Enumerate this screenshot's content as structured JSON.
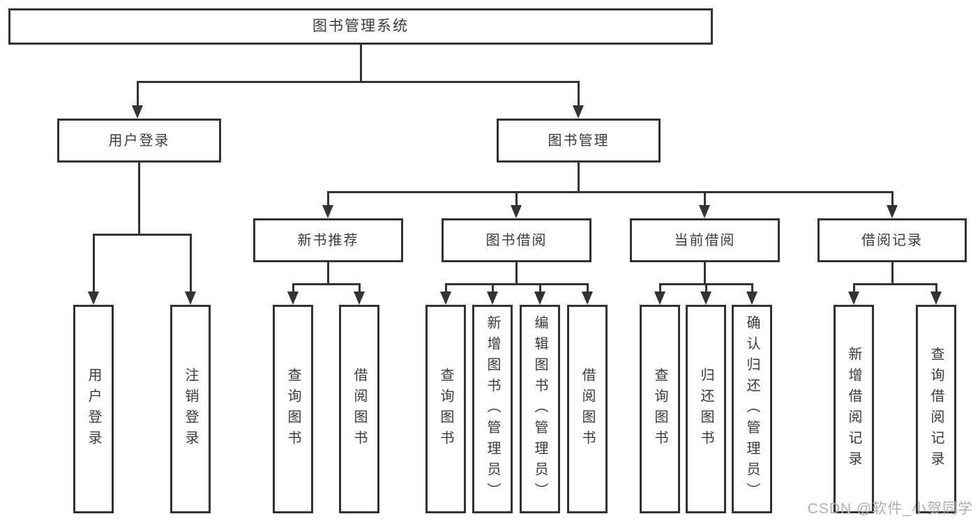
{
  "tree": {
    "label": "图书管理系统",
    "children": [
      {
        "label": "用户登录",
        "children": [
          {
            "label": "用户登录"
          },
          {
            "label": "注销登录"
          }
        ]
      },
      {
        "label": "图书管理",
        "children": [
          {
            "label": "新书推荐",
            "children": [
              {
                "label": "查询图书"
              },
              {
                "label": "借阅图书"
              }
            ]
          },
          {
            "label": "图书借阅",
            "children": [
              {
                "label": "查询图书"
              },
              {
                "label": "新增图书（管理员）"
              },
              {
                "label": "编辑图书（管理员）"
              },
              {
                "label": "借阅图书"
              }
            ]
          },
          {
            "label": "当前借阅",
            "children": [
              {
                "label": "查询图书"
              },
              {
                "label": "归还图书"
              },
              {
                "label": "确认归还（管理员）"
              }
            ]
          },
          {
            "label": "借阅记录",
            "children": [
              {
                "label": "新增借阅记录"
              },
              {
                "label": "查询借阅记录"
              }
            ]
          }
        ]
      }
    ]
  },
  "watermark": "CSDN @软件_小贺同学",
  "colors": {
    "line": "#333333",
    "box_border": "#333333",
    "text": "#3a3a3a",
    "background": "#ffffff",
    "watermark": "#b0b0b0"
  }
}
